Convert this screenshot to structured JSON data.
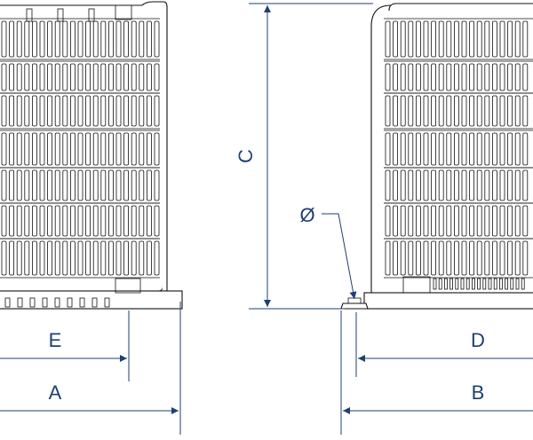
{
  "labels": {
    "a": "A",
    "b": "B",
    "c": "C",
    "d": "D",
    "e": "E",
    "phi": "Ø"
  },
  "colors": {
    "dimension": "#1f3f73",
    "outline": "#111111",
    "background": "#ffffff"
  }
}
